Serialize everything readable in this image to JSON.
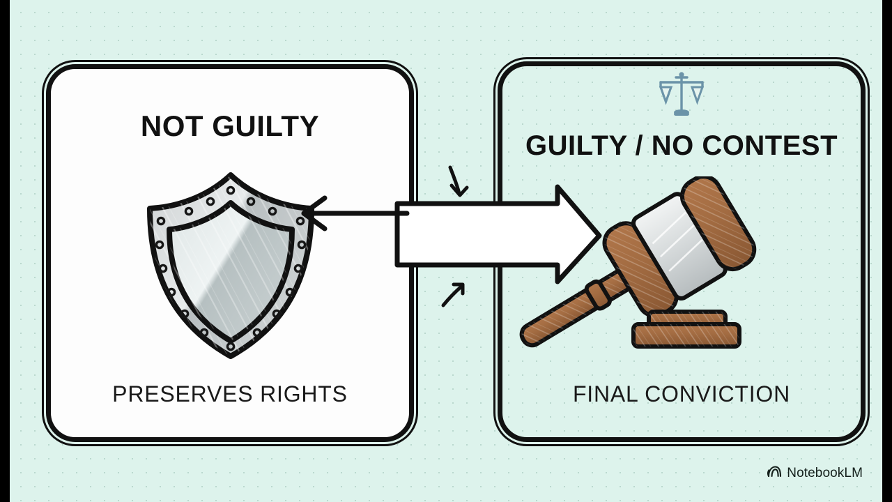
{
  "scene": {
    "background_color": "#ddf3ec",
    "letterbox_color": "#000000",
    "outline_color": "#111111"
  },
  "left_panel": {
    "title": "NOT GUILTY",
    "caption": "PRESERVES RIGHTS",
    "icon": "shield-icon",
    "background_color": "#fdfdfd"
  },
  "right_panel": {
    "title": "GUILTY / NO CONTEST",
    "caption": "FINAL CONVICTION",
    "top_icon": "balance-scales-icon",
    "icon": "gavel-icon",
    "background_color": "#ddf3ec",
    "scales_color": "#6b93a8"
  },
  "arrows": {
    "left_arrow_name": "left-pointing-arrow",
    "big_right_arrow_name": "big-right-pointing-arrow",
    "doodle_down_arrow_name": "doodle-down-arrow",
    "doodle_up_arrow_name": "doodle-up-arrow"
  },
  "watermark": {
    "label": "NotebookLM",
    "icon": "notebooklm-logo-icon"
  }
}
